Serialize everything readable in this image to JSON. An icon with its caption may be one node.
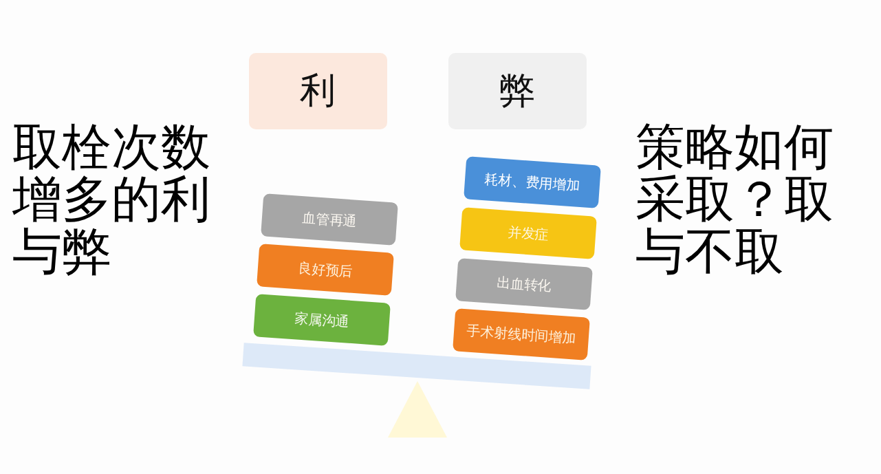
{
  "diagram": {
    "title": "取栓次数增多的利与弊",
    "nodes": [
      {
        "text": [
          "利"
        ]
      },
      {
        "text": [
          "弊"
        ]
      },
      {
        "text": [
          "血管再通"
        ]
      },
      {
        "text": [
          "良好预后"
        ]
      },
      {
        "text": [
          "家属沟通"
        ]
      },
      {
        "text": [
          "耗材、费用增加"
        ]
      },
      {
        "text": [
          "并发症"
        ]
      },
      {
        "text": [
          "出血转化"
        ]
      },
      {
        "text": [
          "手术射线时间增加"
        ]
      },
      {
        "text": [],
        "shape": "bar"
      },
      {
        "text": [],
        "shape": "triangle"
      }
    ],
    "labels": [
      "策略如何采取？取与不取"
    ]
  }
}
